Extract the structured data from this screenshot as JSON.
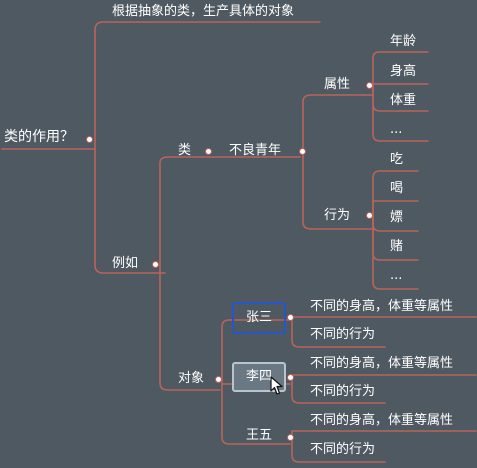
{
  "root": {
    "label": "类的作用？"
  },
  "purpose": {
    "label": "根据抽象的类，生产具体的对象"
  },
  "example": {
    "label": "例如"
  },
  "class_node": {
    "label": "类"
  },
  "class_name": {
    "label": "不良青年"
  },
  "attributes": {
    "label": "属性",
    "items": [
      "年龄",
      "身高",
      "体重",
      "..."
    ]
  },
  "behaviors": {
    "label": "行为",
    "items": [
      "吃",
      "喝",
      "嫖",
      "赌",
      "..."
    ]
  },
  "objects": {
    "label": "对象",
    "items": [
      {
        "name": "张三",
        "attr": "不同的身高，体重等属性",
        "behavior": "不同的行为"
      },
      {
        "name": "李四",
        "attr": "不同的身高，体重等属性",
        "behavior": "不同的行为"
      },
      {
        "name": "王五",
        "attr": "不同的身高，体重等属性",
        "behavior": "不同的行为"
      }
    ]
  },
  "colors": {
    "background": "#4f5962",
    "link": "#b8645a",
    "selected_box": "#2a55c8"
  }
}
